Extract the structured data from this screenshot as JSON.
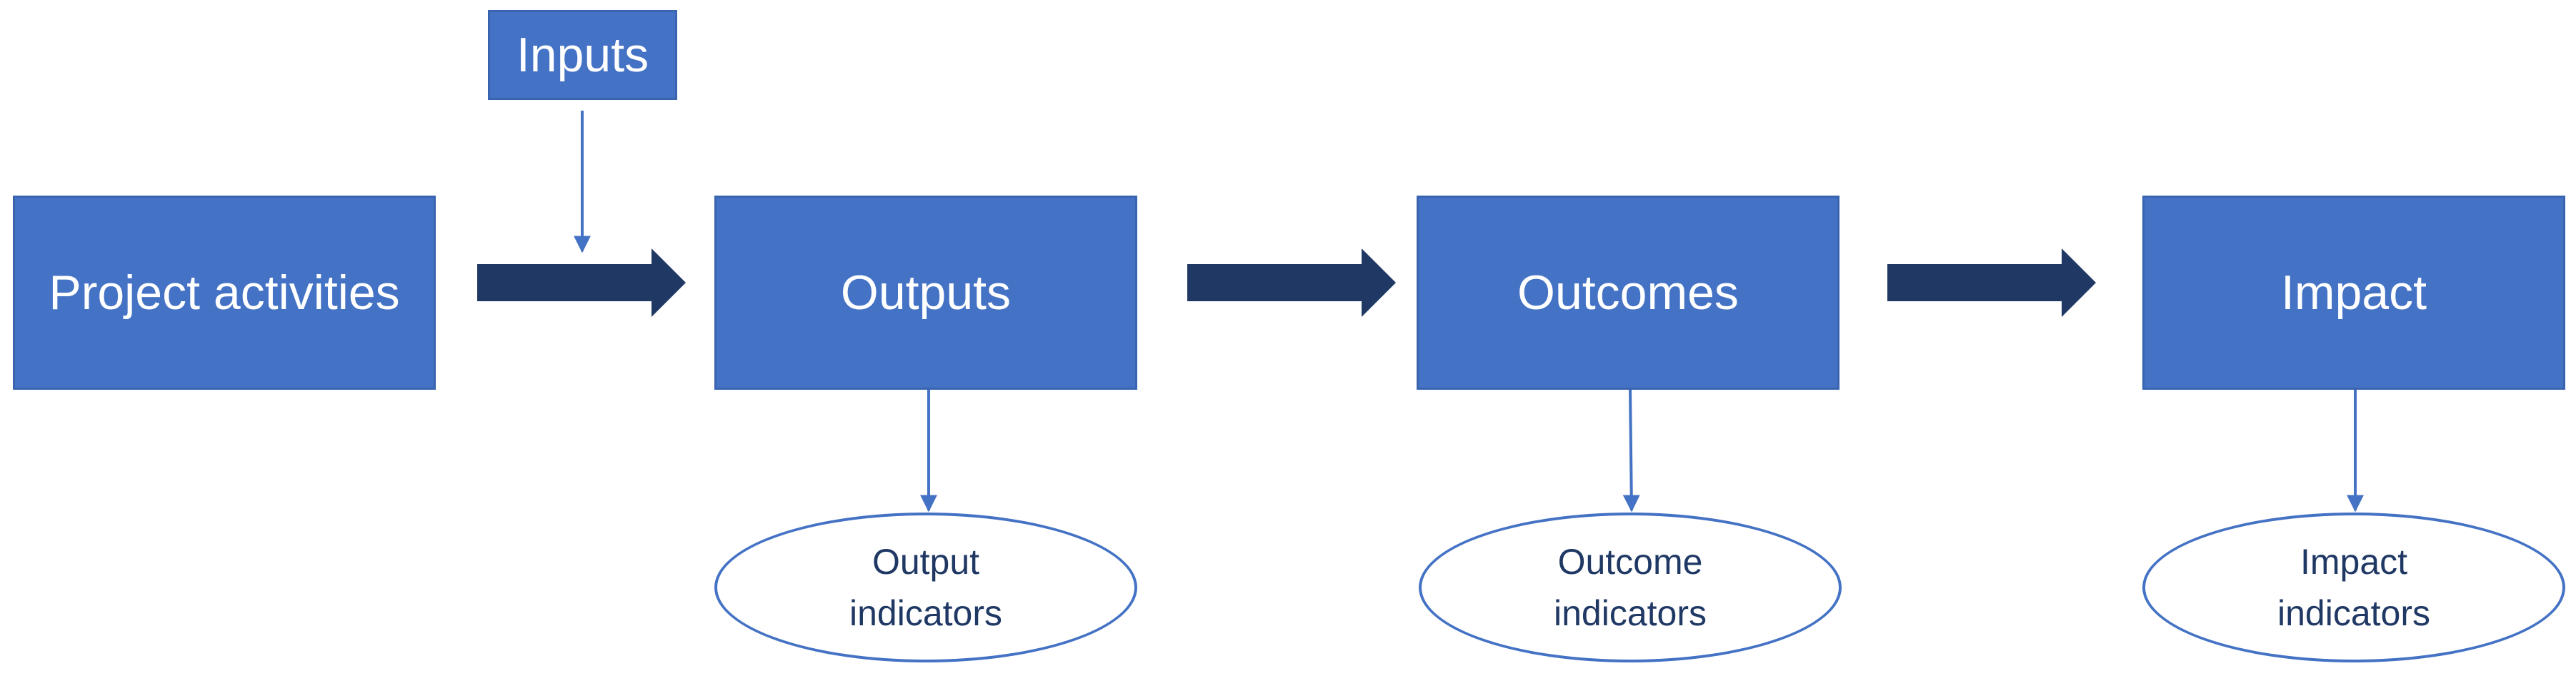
{
  "diagram": {
    "inputs": "Inputs",
    "stages": [
      {
        "id": "project-activities",
        "label": "Project activities"
      },
      {
        "id": "outputs",
        "label": "Outputs"
      },
      {
        "id": "outcomes",
        "label": "Outcomes"
      },
      {
        "id": "impact",
        "label": "Impact"
      }
    ],
    "indicators": [
      {
        "id": "output-indicators",
        "label": "Output indicators"
      },
      {
        "id": "outcome-indicators",
        "label": "Outcome indicators"
      },
      {
        "id": "impact-indicators",
        "label": "Impact indicators"
      }
    ]
  },
  "colors": {
    "box_fill": "#4472c4",
    "arrow_fill": "#203864",
    "connector": "#4472c4",
    "indicator_text": "#1f3864"
  }
}
